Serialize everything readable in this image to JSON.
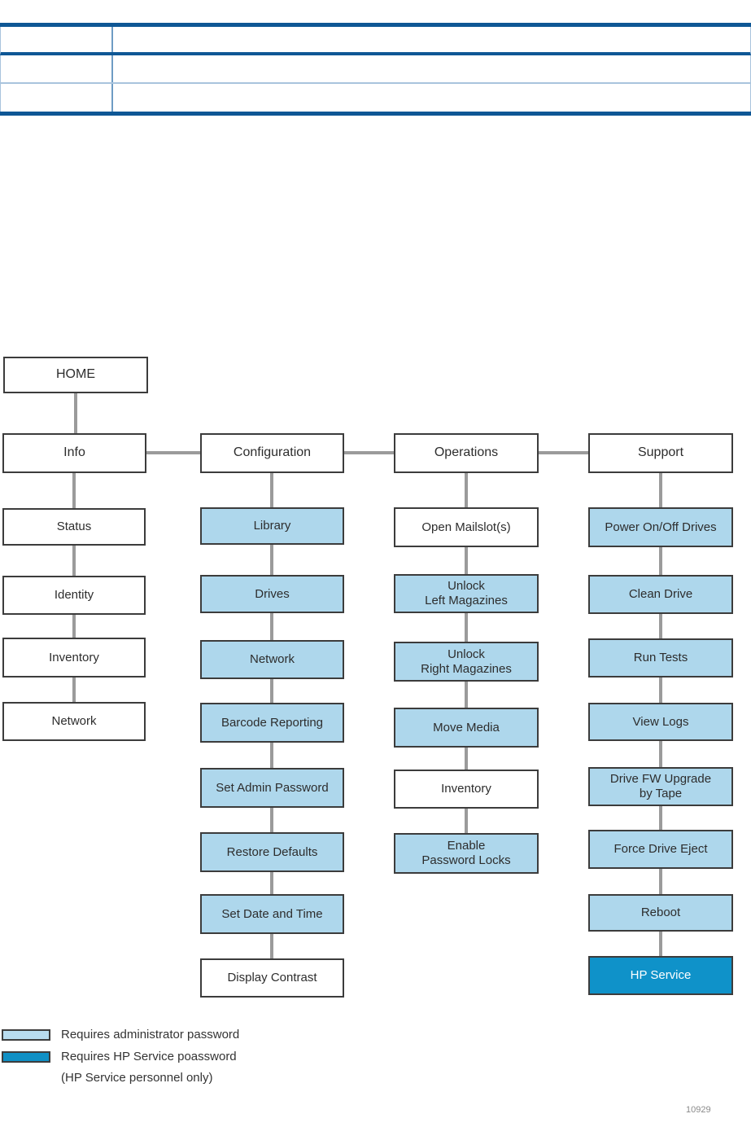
{
  "table": {
    "rows": [
      {
        "col1": "",
        "col2": ""
      },
      {
        "col1": "",
        "col2": ""
      },
      {
        "col1": "",
        "col2": ""
      }
    ]
  },
  "menu_tree": {
    "root": "HOME",
    "branches": [
      {
        "name": "Info",
        "children": [
          {
            "label": "Status",
            "access": "none"
          },
          {
            "label": "Identity",
            "access": "none"
          },
          {
            "label": "Inventory",
            "access": "none"
          },
          {
            "label": "Network",
            "access": "none"
          }
        ]
      },
      {
        "name": "Configuration",
        "children": [
          {
            "label": "Library",
            "access": "admin"
          },
          {
            "label": "Drives",
            "access": "admin"
          },
          {
            "label": "Network",
            "access": "admin"
          },
          {
            "label": "Barcode Reporting",
            "access": "admin"
          },
          {
            "label": "Set Admin Password",
            "access": "admin"
          },
          {
            "label": "Restore Defaults",
            "access": "admin"
          },
          {
            "label": "Set Date and Time",
            "access": "admin"
          },
          {
            "label": "Display Contrast",
            "access": "none"
          }
        ]
      },
      {
        "name": "Operations",
        "children": [
          {
            "label": "Open Mailslot(s)",
            "access": "none"
          },
          {
            "label": "Unlock\nLeft Magazines",
            "access": "admin"
          },
          {
            "label": "Unlock\nRight Magazines",
            "access": "admin"
          },
          {
            "label": "Move Media",
            "access": "admin"
          },
          {
            "label": "Inventory",
            "access": "none"
          },
          {
            "label": "Enable\nPassword Locks",
            "access": "admin"
          }
        ]
      },
      {
        "name": "Support",
        "children": [
          {
            "label": "Power On/Off Drives",
            "access": "admin"
          },
          {
            "label": "Clean Drive",
            "access": "admin"
          },
          {
            "label": "Run Tests",
            "access": "admin"
          },
          {
            "label": "View Logs",
            "access": "admin"
          },
          {
            "label": "Drive FW Upgrade\nby Tape",
            "access": "admin"
          },
          {
            "label": "Force Drive Eject",
            "access": "admin"
          },
          {
            "label": "Reboot",
            "access": "admin"
          },
          {
            "label": "HP Service",
            "access": "service"
          }
        ]
      }
    ]
  },
  "legend": {
    "admin_label": "Requires administrator password",
    "service_label": "Requires HP Service poassword",
    "service_label_line2": "(HP Service personnel only)"
  },
  "figure_number": "10929",
  "colors": {
    "admin_fill": "#aed7ec",
    "service_fill": "#0f92c9",
    "box_border": "#3c3c3c",
    "connector": "#9b9b9b",
    "table_border_dark": "#0e5795",
    "table_border_light": "#6e9cc4"
  }
}
